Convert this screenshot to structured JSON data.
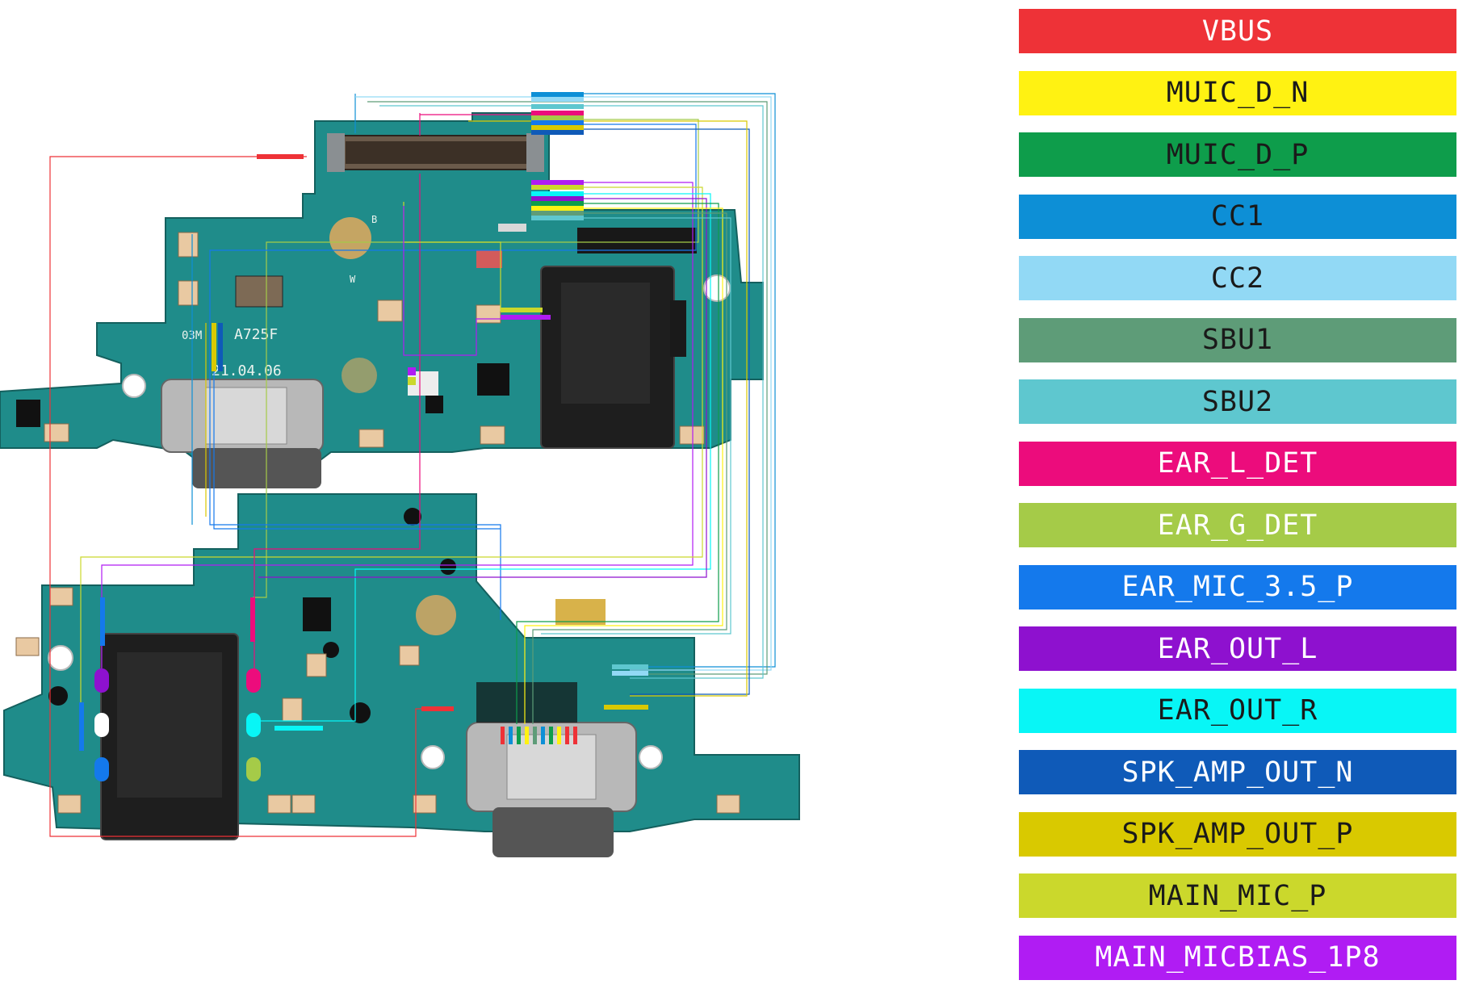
{
  "legend": {
    "items": [
      {
        "label": "VBUS",
        "bg": "#ee3237",
        "fg": "#ffffff"
      },
      {
        "label": "MUIC_D_N",
        "bg": "#fff212",
        "fg": "#1a1a1a"
      },
      {
        "label": "MUIC_D_P",
        "bg": "#0e9d4b",
        "fg": "#1a1a1a"
      },
      {
        "label": "CC1",
        "bg": "#0d8fd6",
        "fg": "#1a1a1a"
      },
      {
        "label": "CC2",
        "bg": "#92d9f5",
        "fg": "#1a1a1a"
      },
      {
        "label": "SBU1",
        "bg": "#5e9c78",
        "fg": "#1a1a1a"
      },
      {
        "label": "SBU2",
        "bg": "#5ec7cf",
        "fg": "#1a1a1a"
      },
      {
        "label": "EAR_L_DET",
        "bg": "#ec0c7c",
        "fg": "#ffffff"
      },
      {
        "label": "EAR_G_DET",
        "bg": "#a5cb48",
        "fg": "#ffffff"
      },
      {
        "label": "EAR_MIC_3.5_P",
        "bg": "#1479ec",
        "fg": "#ffffff"
      },
      {
        "label": "EAR_OUT_L",
        "bg": "#8e11cf",
        "fg": "#ffffff"
      },
      {
        "label": "EAR_OUT_R",
        "bg": "#08f6f6",
        "fg": "#1a1a1a"
      },
      {
        "label": "SPK_AMP_OUT_N",
        "bg": "#0f5ab8",
        "fg": "#ffffff"
      },
      {
        "label": "SPK_AMP_OUT_P",
        "bg": "#d9c900",
        "fg": "#1a1a1a"
      },
      {
        "label": "MAIN_MIC_P",
        "bg": "#cbd82c",
        "fg": "#1a1a1a"
      },
      {
        "label": "MAIN_MICBIAS_1P8",
        "bg": "#b01cf3",
        "fg": "#ffffff"
      }
    ]
  },
  "board": {
    "silk_model": "A725F",
    "silk_date": "21.04.06",
    "silk_code": "03M",
    "silk_w": "W",
    "silk_b": "B"
  }
}
